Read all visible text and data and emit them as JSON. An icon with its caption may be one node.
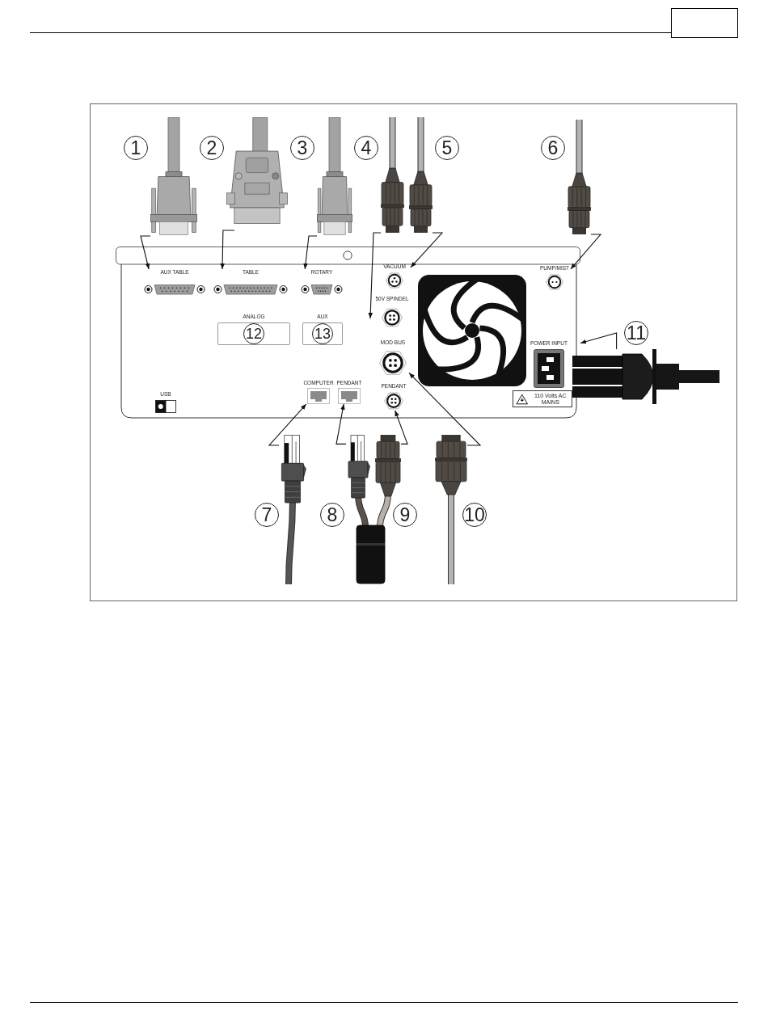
{
  "diagram": {
    "nodes": [
      {
        "text": [],
        "shape": "picture",
        "beside": [
          "1"
        ]
      },
      {
        "text": [],
        "shape": "picture",
        "beside": [
          "2"
        ]
      },
      {
        "text": [],
        "shape": "picture",
        "beside": [
          "3"
        ]
      },
      {
        "text": [],
        "shape": "picture",
        "beside": [
          "4"
        ]
      },
      {
        "text": [],
        "shape": "picture",
        "beside": [
          "5"
        ]
      },
      {
        "text": [],
        "shape": "picture",
        "beside": [
          "6"
        ]
      },
      {
        "text": [],
        "shape": "box"
      },
      {
        "text": [
          "AUX TABLE"
        ],
        "in": 6
      },
      {
        "text": [
          "TABLE"
        ],
        "in": 6
      },
      {
        "text": [
          "ROTARY"
        ],
        "in": 6
      },
      {
        "text": [
          "VACUUM"
        ],
        "in": 6
      },
      {
        "text": [
          "PUMP/MIST"
        ],
        "in": 6
      },
      {
        "text": [
          "50V SPINDEL"
        ],
        "in": 6
      },
      {
        "text": [
          "ANALOG",
          "12"
        ],
        "in": 6
      },
      {
        "text": [
          "AUX",
          "13"
        ],
        "in": 6
      },
      {
        "text": [
          "MOD BUS"
        ],
        "in": 6
      },
      {
        "text": [
          "POWER INPUT"
        ],
        "in": 6
      },
      {
        "text": [
          "COMPUTER"
        ],
        "in": 6
      },
      {
        "text": [
          "PENDANT"
        ],
        "in": 6
      },
      {
        "text": [
          "PENDANT"
        ],
        "in": 6
      },
      {
        "text": [
          "USB"
        ],
        "in": 6
      },
      {
        "text": [
          "110 Volts AC MAINS"
        ],
        "in": 6
      },
      {
        "text": [],
        "shape": "picture",
        "beside": [
          "11"
        ]
      },
      {
        "text": [],
        "shape": "picture",
        "beside": [
          "7"
        ]
      },
      {
        "text": [],
        "shape": "picture",
        "beside": [
          "8"
        ]
      },
      {
        "text": [],
        "shape": "picture",
        "beside": [
          "9"
        ]
      },
      {
        "text": [],
        "shape": "picture",
        "beside": [
          "10"
        ]
      }
    ],
    "edges": [
      {
        "from": 0,
        "to": 7,
        "arrow": "to"
      },
      {
        "from": 1,
        "to": 8,
        "arrow": "to"
      },
      {
        "from": 2,
        "to": 9,
        "arrow": "to"
      },
      {
        "from": 3,
        "to": 12,
        "arrow": "to"
      },
      {
        "from": 4,
        "to": 10,
        "arrow": "to"
      },
      {
        "from": 5,
        "to": 11,
        "arrow": "to"
      },
      {
        "from": 23,
        "to": 17,
        "arrow": "to"
      },
      {
        "from": 24,
        "to": 18,
        "arrow": "to"
      },
      {
        "from": 25,
        "to": 19,
        "arrow": "to"
      },
      {
        "from": 26,
        "to": 15,
        "arrow": "to"
      },
      {
        "from": 22,
        "to": 16,
        "arrow": "to"
      }
    ]
  }
}
